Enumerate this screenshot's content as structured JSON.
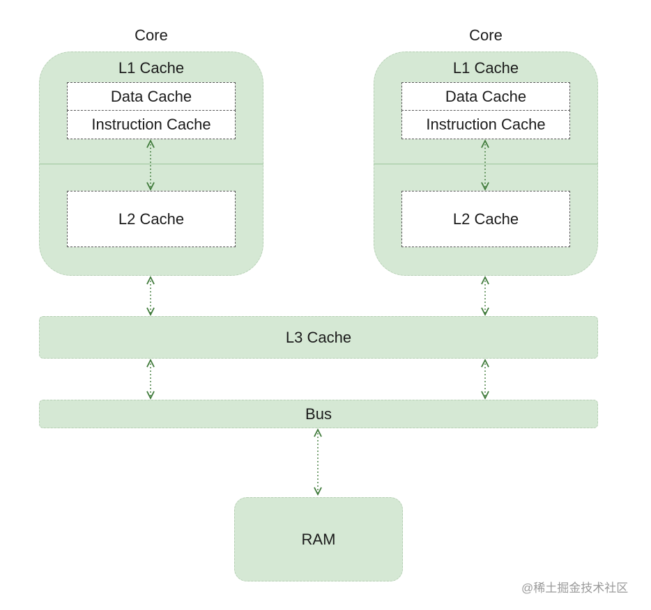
{
  "cores": [
    {
      "title": "Core",
      "l1_title": "L1 Cache",
      "data_cache": "Data Cache",
      "instruction_cache": "Instruction Cache",
      "l2_cache": "L2 Cache"
    },
    {
      "title": "Core",
      "l1_title": "L1 Cache",
      "data_cache": "Data Cache",
      "instruction_cache": "Instruction Cache",
      "l2_cache": "L2 Cache"
    }
  ],
  "l3_cache": "L3 Cache",
  "bus": "Bus",
  "ram": "RAM",
  "watermark": "@稀土掘金技术社区",
  "colors": {
    "fill": "#d5e8d4",
    "arrow": "#3f7a3a",
    "outline": "#555555"
  }
}
